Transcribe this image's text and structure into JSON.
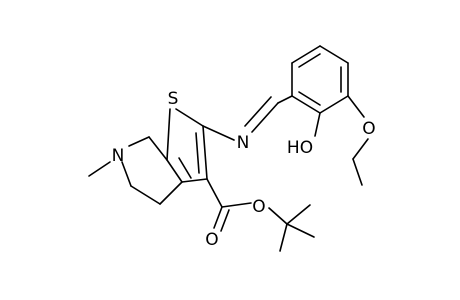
{
  "molecule": {
    "atom_labels": {
      "sulfur": "S",
      "imine_nitrogen": "N",
      "amine_nitrogen": "N",
      "hydroxyl": "HO",
      "ether_oxygen": "O",
      "ester_ether_oxygen": "O",
      "carbonyl_oxygen": "O"
    },
    "colors": {
      "bond": "#000000",
      "label": "#000000",
      "background": "#ffffff"
    }
  }
}
